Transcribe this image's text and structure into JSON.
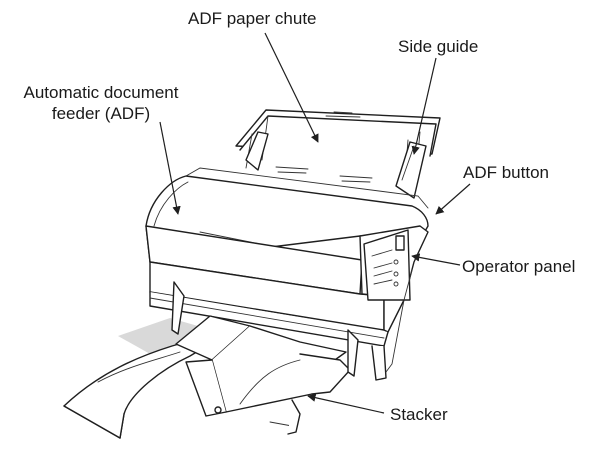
{
  "labels": {
    "adf_paper_chute": "ADF paper chute",
    "side_guide": "Side guide",
    "automatic_document_feeder_line1": "Automatic document",
    "automatic_document_feeder_line2": "feeder (ADF)",
    "adf_button": "ADF button",
    "operator_panel": "Operator panel",
    "stacker": "Stacker"
  },
  "colors": {
    "line": "#1f1f1f",
    "background": "#ffffff",
    "shading": "#d9d9d9"
  }
}
